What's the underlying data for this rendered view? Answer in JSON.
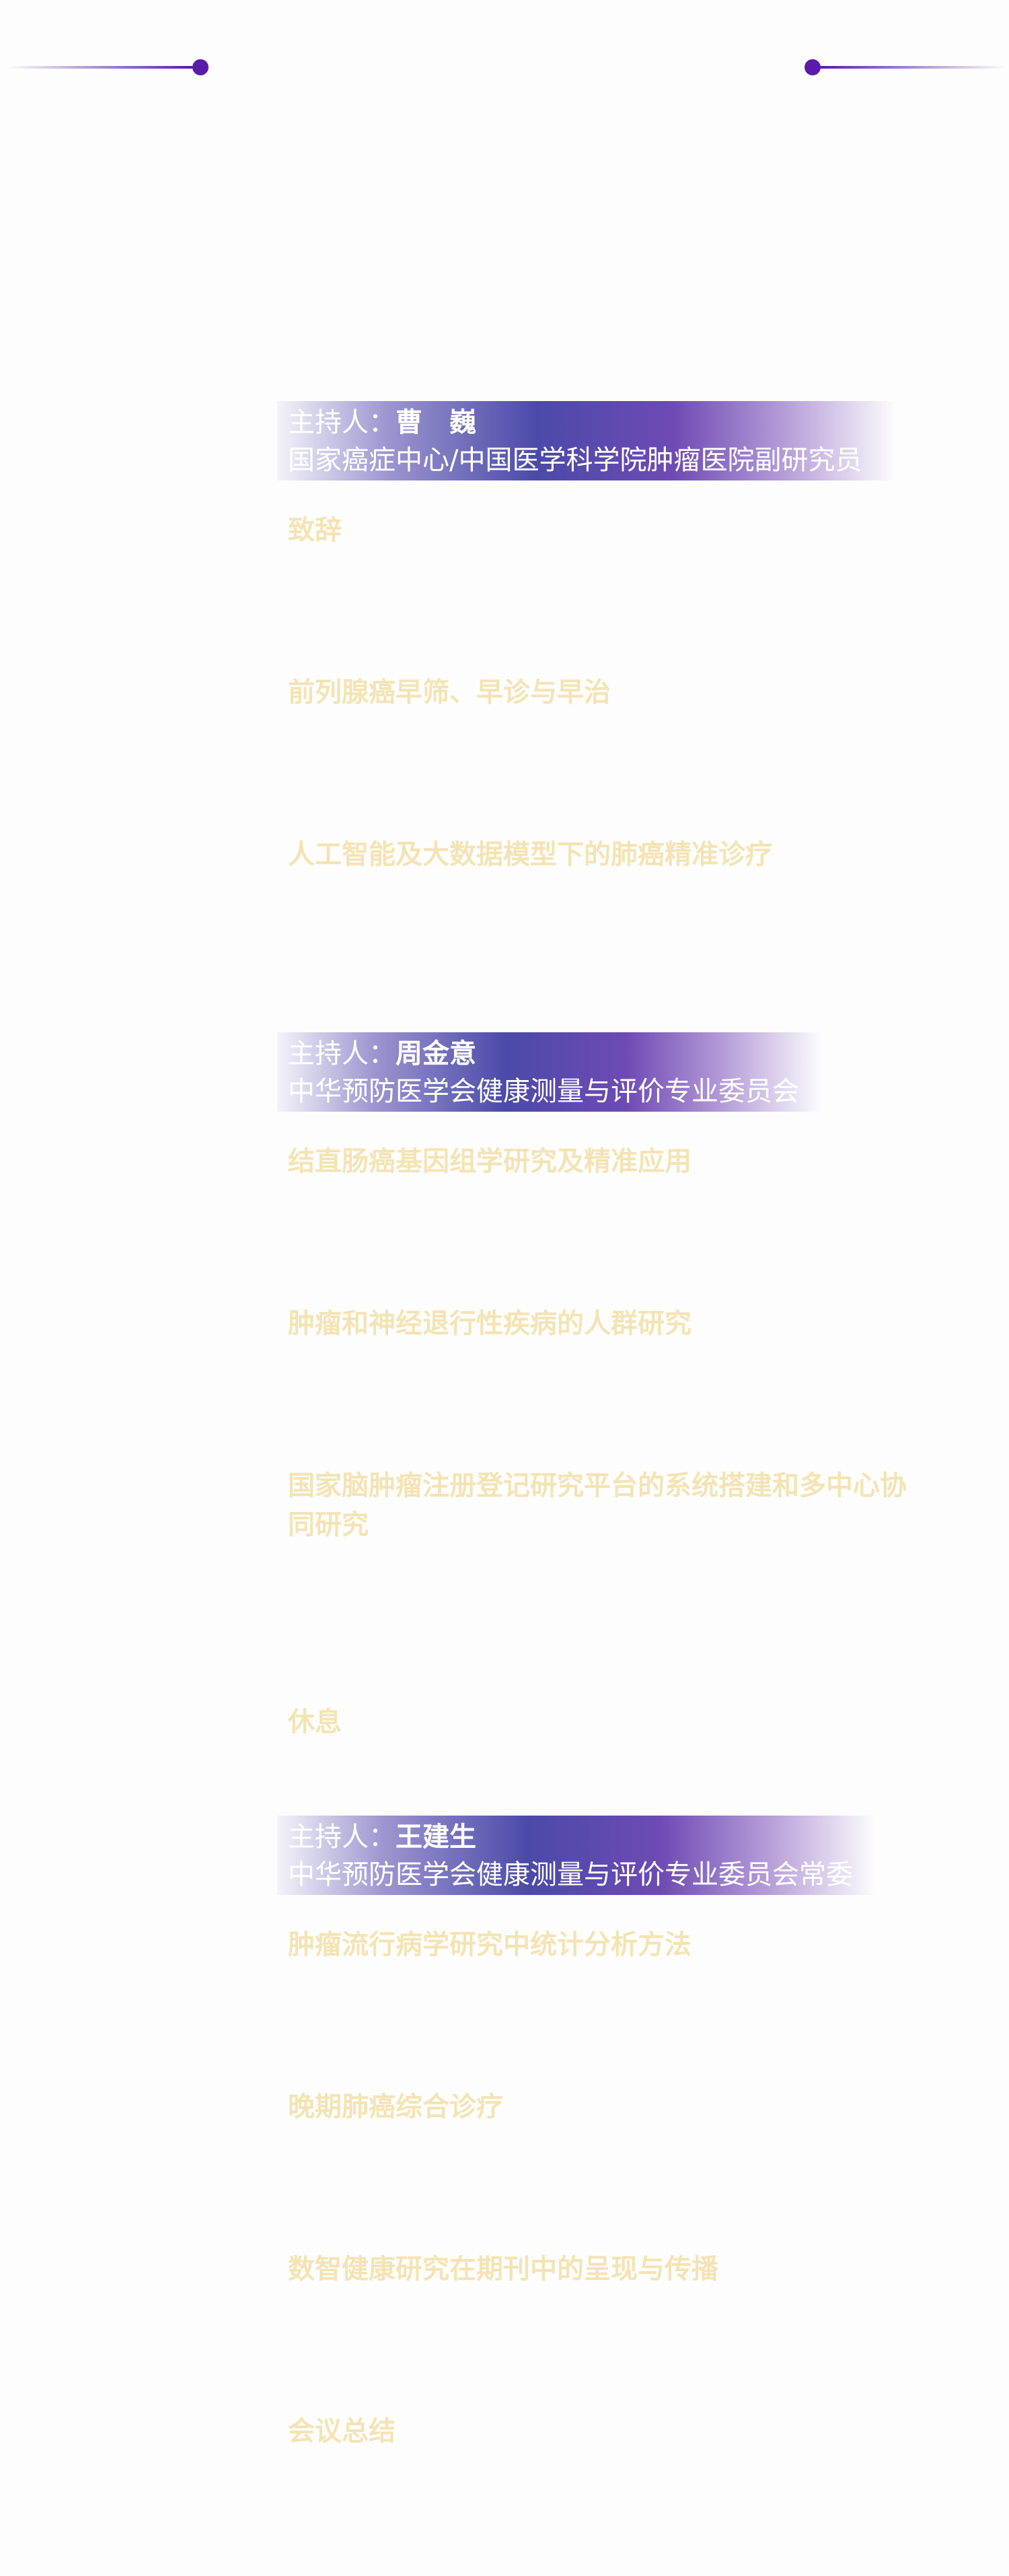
{
  "session1": {
    "host_label": "主持人：",
    "host_name": "曹　巍",
    "host_title": "国家癌症中心/中国医学科学院肿瘤医院副研究员",
    "topics": [
      "致辞",
      "前列腺癌早筛、早诊与早治",
      "人工智能及大数据模型下的肺癌精准诊疗"
    ]
  },
  "session2": {
    "host_label": "主持人：",
    "host_name": "周金意",
    "host_title": "中华预防医学会健康测量与评价专业委员会",
    "topics": [
      "结直肠癌基因组学研究及精准应用",
      "肿瘤和神经退行性疾病的人群研究",
      "国家脑肿瘤注册登记研究平台的系统搭建和多中心协同研究",
      "休息"
    ]
  },
  "session3": {
    "host_label": "主持人：",
    "host_name": "王建生",
    "host_title": "中华预防医学会健康测量与评价专业委员会常委",
    "topics": [
      "肿瘤流行病学研究中统计分析方法",
      "晚期肺癌综合诊疗",
      "数智健康研究在期刊中的呈现与传播",
      "会议总结"
    ]
  }
}
